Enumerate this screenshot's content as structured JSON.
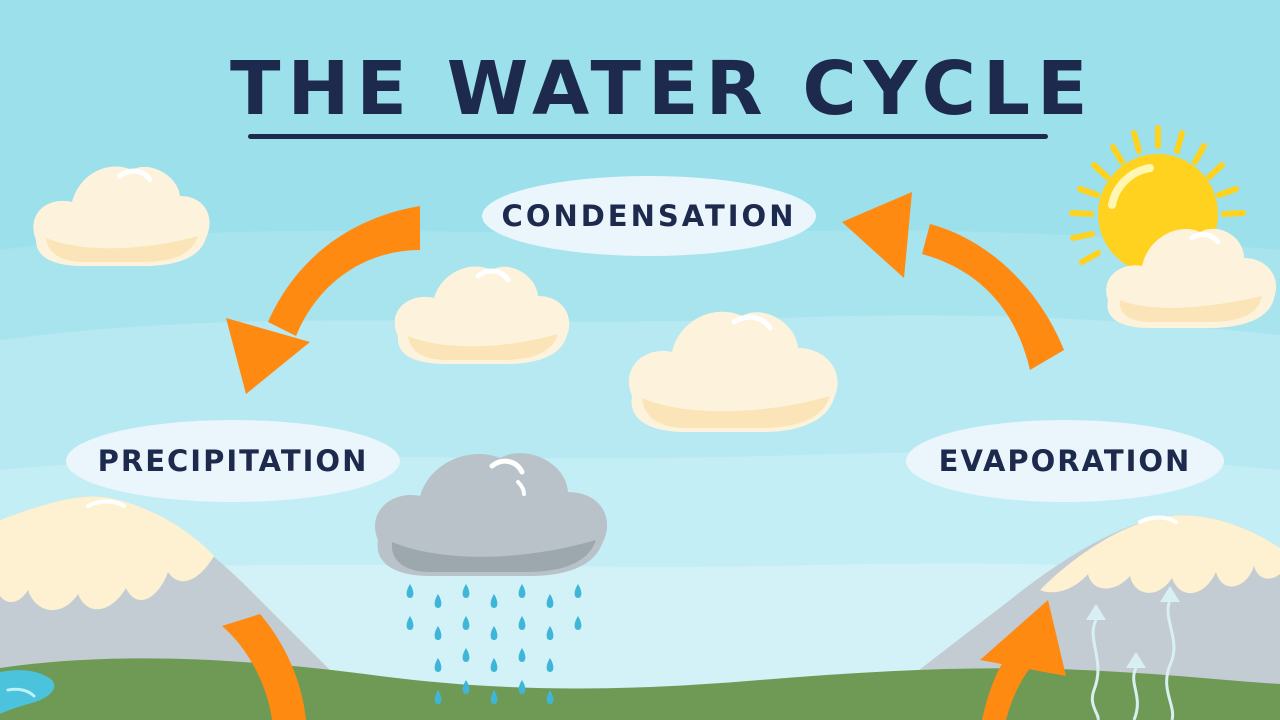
{
  "diagram": {
    "title": "THE WATER CYCLE",
    "labels": {
      "condensation": "CONDENSATION",
      "precipitation": "PRECIPITATION",
      "evaporation": "EVAPORATION"
    }
  },
  "colors": {
    "sky": "#9be0ea",
    "title_text": "#1e2a4d",
    "label_pill": "#eaf6fb",
    "arrow": "#ff8a12",
    "cloud": "#fdf3dc",
    "cloud_shade": "#fbe5b8",
    "rain_cloud": "#b9c2c8",
    "rain_drop": "#3fb6d8",
    "sun": "#ffd21f",
    "sun_ray": "#ffd21f",
    "mountain": "#c3ccd2",
    "snow_cap": "#fdf1d2",
    "grass": "#6e9a55",
    "river": "#4bc3dc",
    "vapor_arrow": "#d8f0f4"
  },
  "icons": [
    "sun-icon",
    "cloud-icon",
    "rain-cloud-icon",
    "raindrop-icon",
    "vapor-arrow-icon",
    "curved-arrow-icon"
  ]
}
